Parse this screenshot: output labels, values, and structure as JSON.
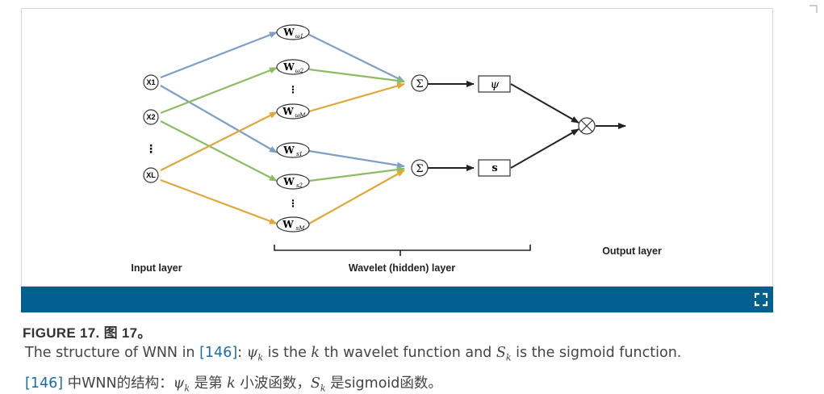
{
  "diagram": {
    "input_nodes": [
      "X1",
      "X2",
      "XL"
    ],
    "weight_nodes_upper": [
      {
        "main": "W",
        "sub": "ω1"
      },
      {
        "main": "W",
        "sub": "ω2"
      },
      {
        "main": "W",
        "sub": "ωM"
      }
    ],
    "weight_nodes_lower": [
      {
        "main": "W",
        "sub": "s1"
      },
      {
        "main": "W",
        "sub": "s2"
      },
      {
        "main": "W",
        "sub": "sM"
      }
    ],
    "sum_symbol": "Σ",
    "box_upper": "ψ",
    "box_lower": "s",
    "product_symbol": "×",
    "ellipsis": "⋮",
    "input_label": "Input layer",
    "hidden_label": "Wavelet (hidden) layer",
    "output_label": "Output layer",
    "colors": {
      "blue": "#7f9fc7",
      "green": "#8dbd63",
      "orange": "#e0a83a",
      "black": "#222222",
      "bar": "#005f8f"
    }
  },
  "caption": {
    "title": "FIGURE 17. 图 17。",
    "line1": {
      "t1": "The structure of WNN in ",
      "ref": "[146]",
      "t2": ": ",
      "psi": "ψ",
      "k1": "k",
      "t3": " is the ",
      "k2": "k",
      "t4": " th wavelet function and ",
      "S": "S",
      "k3": "k",
      "t5": " is the sigmoid function."
    },
    "line2": {
      "ref": "[146]",
      "t1": " 中WNN的结构：",
      "psi": "ψ",
      "k1": "k",
      "t2": " 是第 ",
      "k2": "k",
      "t3": " 小波函数，",
      "S": "S",
      "k3": "k",
      "t4": " 是sigmoid函数。"
    }
  },
  "icons": {
    "expand": "expand-icon",
    "corner": "corner-bracket-icon"
  }
}
